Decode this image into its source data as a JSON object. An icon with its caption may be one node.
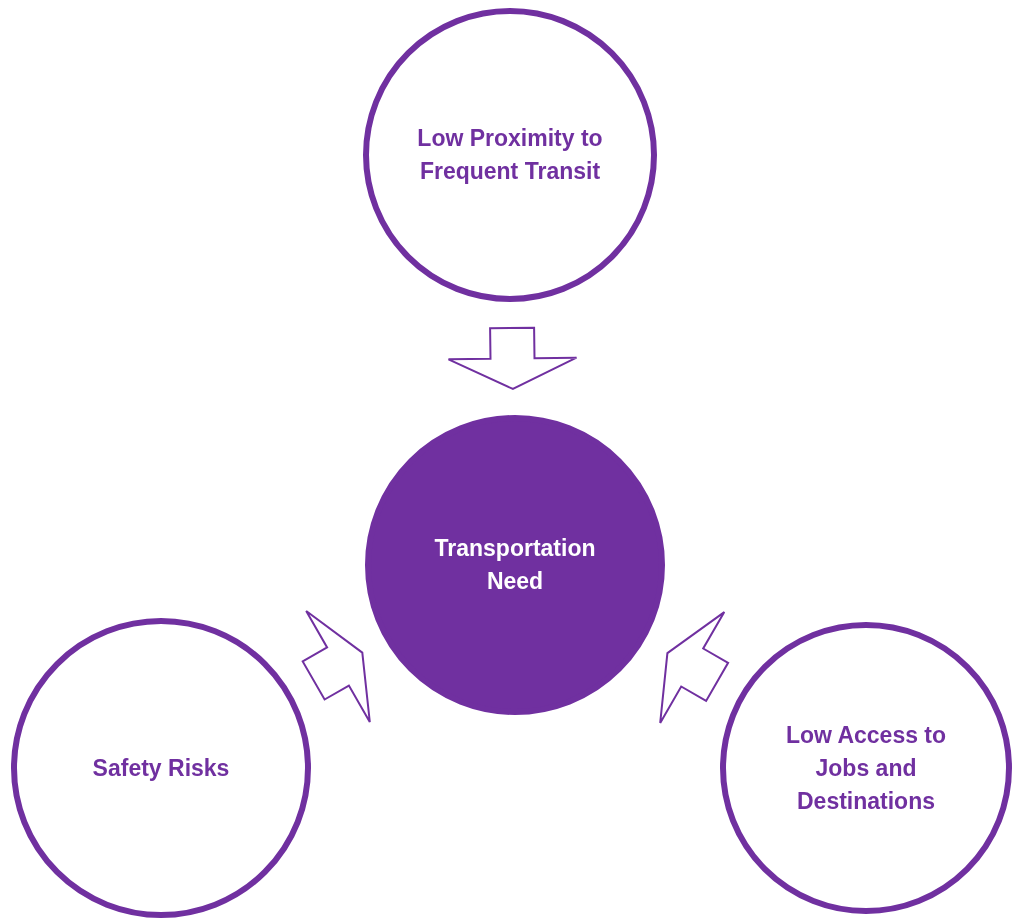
{
  "diagram": {
    "nodes": [
      {
        "text": [
          "Low Proximity to Frequent Transit"
        ]
      },
      {
        "text": [
          "Transportation Need"
        ]
      },
      {
        "text": [
          "Safety Risks"
        ]
      },
      {
        "text": [
          "Low Access to Jobs and Destinations"
        ]
      }
    ],
    "edges": [
      {
        "from": 0,
        "to": 1,
        "arrow": "to"
      },
      {
        "from": 2,
        "to": 1,
        "arrow": "to"
      },
      {
        "from": 3,
        "to": 1,
        "arrow": "to"
      }
    ]
  }
}
